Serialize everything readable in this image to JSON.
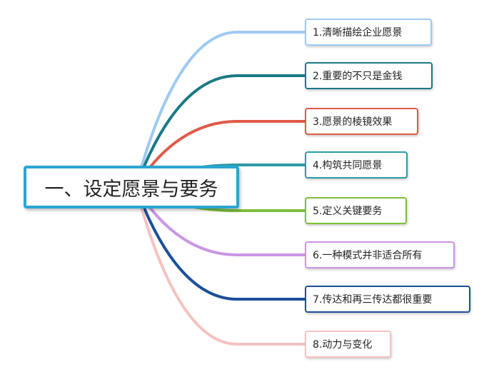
{
  "root": {
    "label": "一、设定愿景与要务",
    "color": "#2aa6d2"
  },
  "branches": [
    {
      "label": "1.清晰描绘企业愿景",
      "color": "#9ecaf2"
    },
    {
      "label": "2.重要的不只是金钱",
      "color": "#1a7a86"
    },
    {
      "label": "3.愿景的棱镜效果",
      "color": "#e05a48"
    },
    {
      "label": "4.构筑共同愿景",
      "color": "#2e9aa6"
    },
    {
      "label": "5.定义关键要务",
      "color": "#7cbf3a"
    },
    {
      "label": "6.一种模式并非适合所有",
      "color": "#c896e6"
    },
    {
      "label": "7.传达和再三传达都很重要",
      "color": "#1b4f9a"
    },
    {
      "label": "8.动力与变化",
      "color": "#f4c2c2"
    }
  ]
}
